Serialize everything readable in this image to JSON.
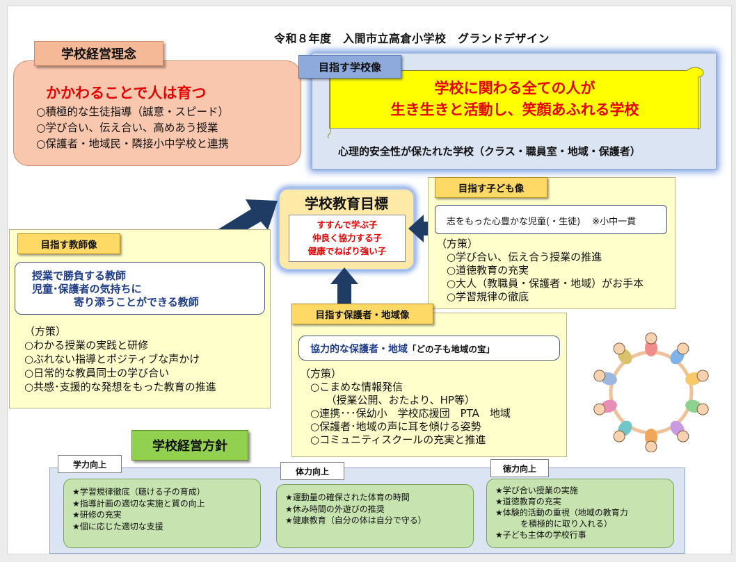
{
  "title": "令和８年度　入間市立高倉小学校　グランドデザイン",
  "philosophy": {
    "label": "学校経営理念",
    "main": "かかわることで人は育つ",
    "items": [
      "○積極的な生徒指導（誠意・スピード）",
      "○学び合い、伝え合い、高めあう授業",
      "○保護者・地域民・隣接小中学校と連携"
    ]
  },
  "vision": {
    "label": "目指す学校像",
    "lines": [
      "学校に関わる全ての人が",
      "生き生きと活動し、笑顔あふれる学校"
    ],
    "sub": "心理的安全性が保たれた学校（クラス・職員室・地域・保護者）"
  },
  "goals": {
    "title": "学校教育目標",
    "items": [
      "すすんで学ぶ子",
      "仲良く協力する子",
      "健康でねばり強い子"
    ]
  },
  "child": {
    "label": "目指す子ども像",
    "box": "志をもった心豊かな児童(・生徒)　 ※小中一貫",
    "plan": [
      "（方策）",
      "　○学び合い、伝え合う授業の推進",
      "　○道徳教育の充実",
      "　○大人（教職員・保護者・地域）がお手本",
      "　○学習規律の徹底"
    ]
  },
  "teacher": {
    "label": "目指す教師像",
    "box": [
      "授業で勝負する教師",
      "児童･保護者の気持ちに",
      "　　　　寄り添うことができる教師"
    ],
    "plan": [
      "（方策）",
      "○わかる授業の実践と研修",
      "○ぶれない指導とポジティブな声かけ",
      "○日常的な教員同士の学び合い",
      "○共感･支援的な発想をもった教育の推進"
    ]
  },
  "guardian": {
    "label": "目指す保護者・地域像",
    "box": "協力的な保護者・地域",
    "box_quote": "「どの子も地域の宝」",
    "plan": [
      "（方策）",
      "　○こまめな情報発信",
      "　　　（授業公開、おたより、HP等）",
      "　○連携･･･保幼小　学校応援団　PTA　地域",
      "　○保護者･地域の声に耳を傾ける姿勢",
      "　○コミュニティスクールの充実と推進"
    ]
  },
  "policy": {
    "label": "学校経営方針",
    "columns": [
      {
        "tab": "学力向上",
        "items": [
          "★学習規律徹底（聴ける子の育成）",
          "★指導計画の適切な実施と質の向上",
          "★研修の充実",
          "★個に応じた適切な支援"
        ]
      },
      {
        "tab": "体力向上",
        "items": [
          "★運動量の確保された体育の時間",
          "★休み時間の外遊びの推奨",
          "★健康教育（自分の体は自分で守る）"
        ]
      },
      {
        "tab": "徳力向上",
        "items": [
          "★学び合い授業の実施",
          "★道徳教育の充実",
          "★体験的活動の重視（地域の教育力",
          "　　　を積極的に取り入れる）",
          "★子ども主体の学校行事"
        ]
      }
    ]
  },
  "colors": {
    "red_text": "#e60000",
    "vision_yellow": "#ffff00",
    "flag_gold": "#ffd966",
    "policy_green": "#92d050",
    "arrow_navy": "#1f3c64"
  },
  "icons": [
    "people-circle-illustration",
    "arrow-icon"
  ]
}
